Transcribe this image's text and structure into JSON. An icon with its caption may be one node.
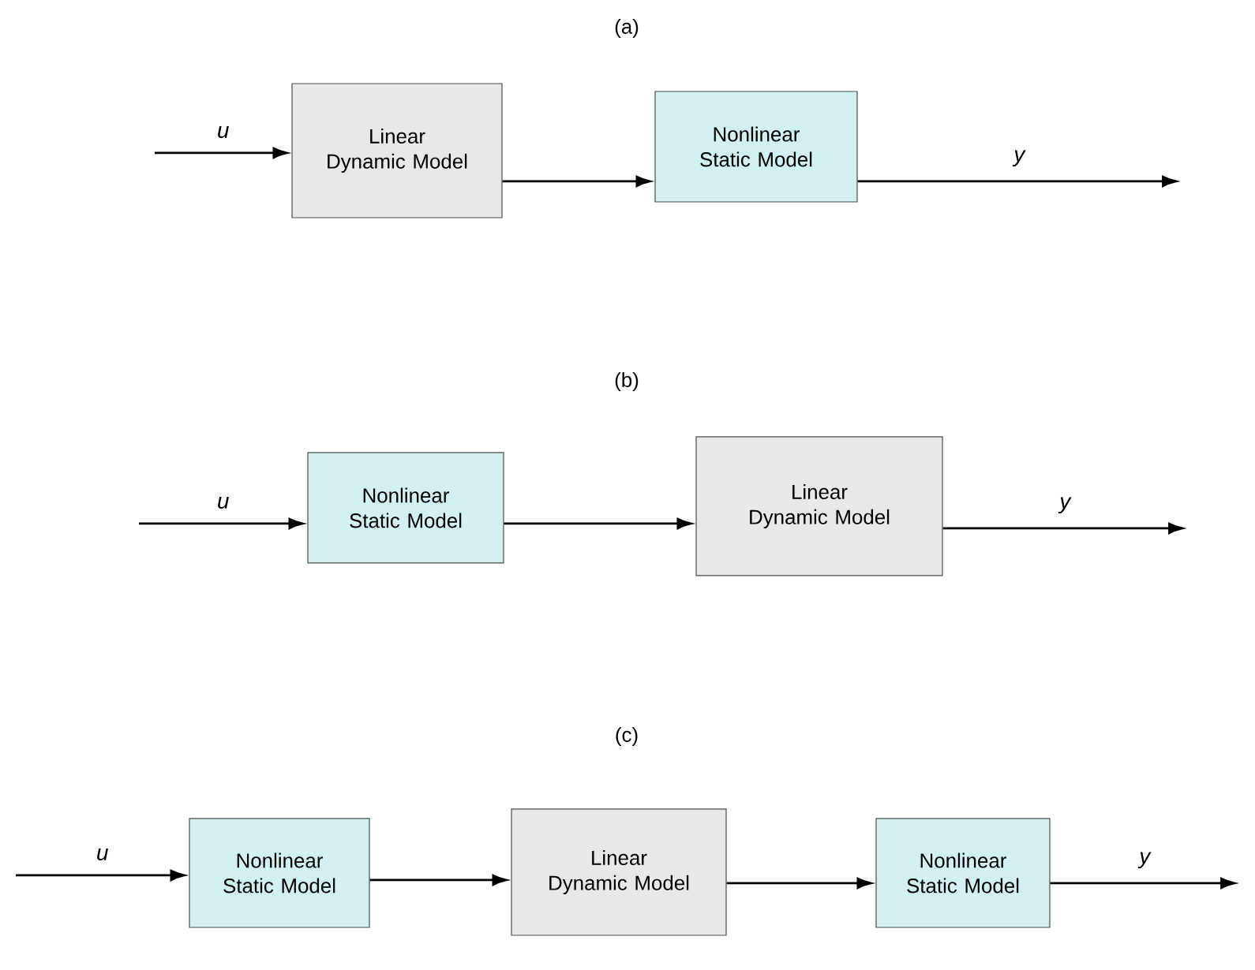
{
  "diagram": {
    "nodes": [
      {
        "text": [
          "Linear Dynamic Model"
        ]
      },
      {
        "text": [
          "Nonlinear Static Model"
        ]
      },
      {
        "text": [
          "Nonlinear Static Model"
        ]
      },
      {
        "text": [
          "Linear Dynamic Model"
        ]
      },
      {
        "text": [
          "Nonlinear Static Model"
        ]
      },
      {
        "text": [
          "Linear Dynamic Model"
        ]
      },
      {
        "text": [
          "Nonlinear Static Model"
        ]
      }
    ],
    "edges": [
      {
        "from": null,
        "to": 0,
        "arrow": "to",
        "label": "u"
      },
      {
        "from": 0,
        "to": 1,
        "arrow": "to"
      },
      {
        "from": 1,
        "to": null,
        "arrow": "to",
        "label": "y"
      },
      {
        "from": null,
        "to": 2,
        "arrow": "to",
        "label": "u"
      },
      {
        "from": 2,
        "to": 3,
        "arrow": "to"
      },
      {
        "from": 3,
        "to": null,
        "arrow": "to",
        "label": "y"
      },
      {
        "from": null,
        "to": 4,
        "arrow": "to",
        "label": "u"
      },
      {
        "from": 4,
        "to": 5,
        "arrow": "to"
      },
      {
        "from": 5,
        "to": 6,
        "arrow": "to"
      },
      {
        "from": 6,
        "to": null,
        "arrow": "to",
        "label": "y"
      }
    ],
    "labels": [
      "(a)",
      "(b)",
      "(c)"
    ]
  }
}
